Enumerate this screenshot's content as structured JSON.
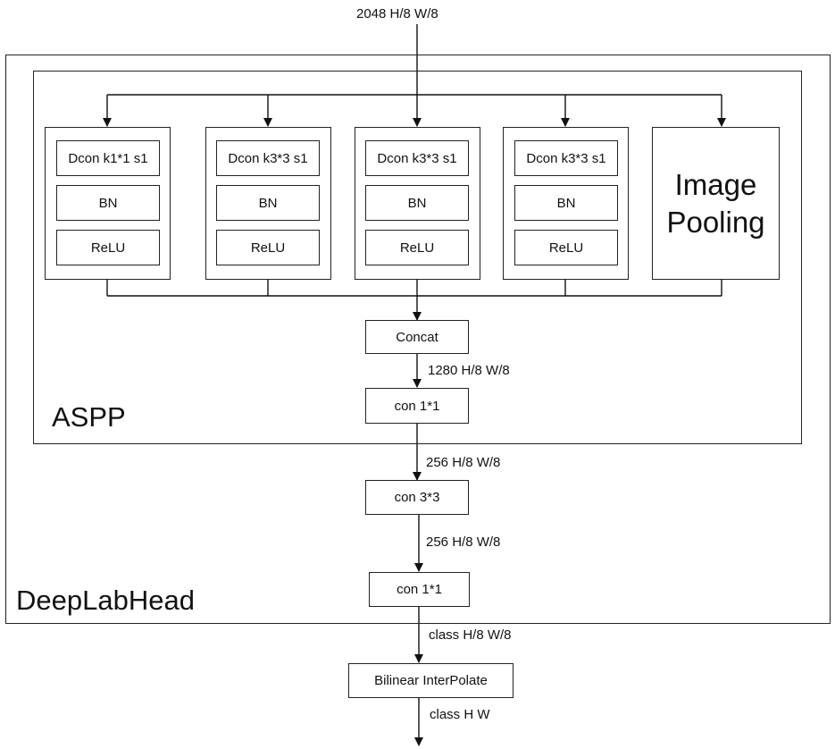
{
  "input_label": "2048 H/8 W/8",
  "deeplab_title": "DeepLabHead",
  "aspp_title": "ASPP",
  "branches": [
    {
      "conv": "Dcon k1*1 s1",
      "bn": "BN",
      "relu": "ReLU"
    },
    {
      "conv": "Dcon k3*3 s1",
      "bn": "BN",
      "relu": "ReLU"
    },
    {
      "conv": "Dcon k3*3 s1",
      "bn": "BN",
      "relu": "ReLU"
    },
    {
      "conv": "Dcon k3*3 s1",
      "bn": "BN",
      "relu": "ReLU"
    }
  ],
  "image_pooling": {
    "line1": "Image",
    "line2": "Pooling"
  },
  "concat": "Concat",
  "concat_out": "1280 H/8 W/8",
  "aspp_conv": "con 1*1",
  "aspp_out": "256 H/8 W/8",
  "head_conv3": "con 3*3",
  "head_conv3_out": "256 H/8 W/8",
  "head_conv1": "con 1*1",
  "head_out": "class H/8 W/8",
  "interpolate": "Bilinear InterPolate",
  "final_out": "class H W"
}
